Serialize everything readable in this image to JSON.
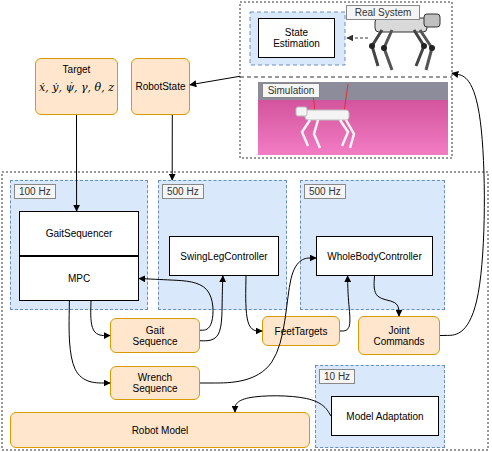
{
  "diagram": {
    "nodes": [
      {
        "text": [
          "Real System"
        ]
      },
      {
        "text": [
          "State Estimation"
        ],
        "in": 0
      },
      {
        "text": [
          "Simulation"
        ]
      },
      {
        "text": [
          "Target",
          "ẋ, ẏ, ψ̇, γ, θ, z"
        ]
      },
      {
        "text": [
          "RobotState"
        ]
      },
      {
        "text": [
          "100 Hz"
        ]
      },
      {
        "text": [
          "GaitSequencer"
        ],
        "in": 5
      },
      {
        "text": [
          "MPC"
        ],
        "in": 5
      },
      {
        "text": [
          "500 Hz"
        ]
      },
      {
        "text": [
          "SwingLegController"
        ],
        "in": 8
      },
      {
        "text": [
          "500 Hz"
        ]
      },
      {
        "text": [
          "WholeBodyController"
        ],
        "in": 10
      },
      {
        "text": [
          "Gait Sequence"
        ]
      },
      {
        "text": [
          "FeetTargets"
        ]
      },
      {
        "text": [
          "Joint Commands"
        ]
      },
      {
        "text": [
          "Wrench Sequence"
        ]
      },
      {
        "text": [
          "10 Hz"
        ]
      },
      {
        "text": [
          "Model Adaptation"
        ],
        "in": 16
      },
      {
        "text": [
          "Robot Model"
        ]
      }
    ],
    "edges": [
      {
        "from": 0,
        "to": 4,
        "arrow": "to"
      },
      {
        "from": 3,
        "to": 6,
        "arrow": "to"
      },
      {
        "from": 4,
        "to": 8,
        "arrow": "to"
      },
      {
        "from": 7,
        "to": 12,
        "arrow": "to"
      },
      {
        "from": 7,
        "to": 15,
        "arrow": "to"
      },
      {
        "from": 12,
        "to": 7,
        "arrow": "to"
      },
      {
        "from": 12,
        "to": 9,
        "arrow": "to"
      },
      {
        "from": 9,
        "to": 13,
        "arrow": "to"
      },
      {
        "from": 15,
        "to": 11,
        "arrow": "to"
      },
      {
        "from": 13,
        "to": 11,
        "arrow": "to"
      },
      {
        "from": 11,
        "to": 14,
        "arrow": "to"
      },
      {
        "from": 14,
        "to": 0,
        "arrow": "to"
      },
      {
        "from": 17,
        "to": 18,
        "arrow": "to"
      }
    ]
  }
}
